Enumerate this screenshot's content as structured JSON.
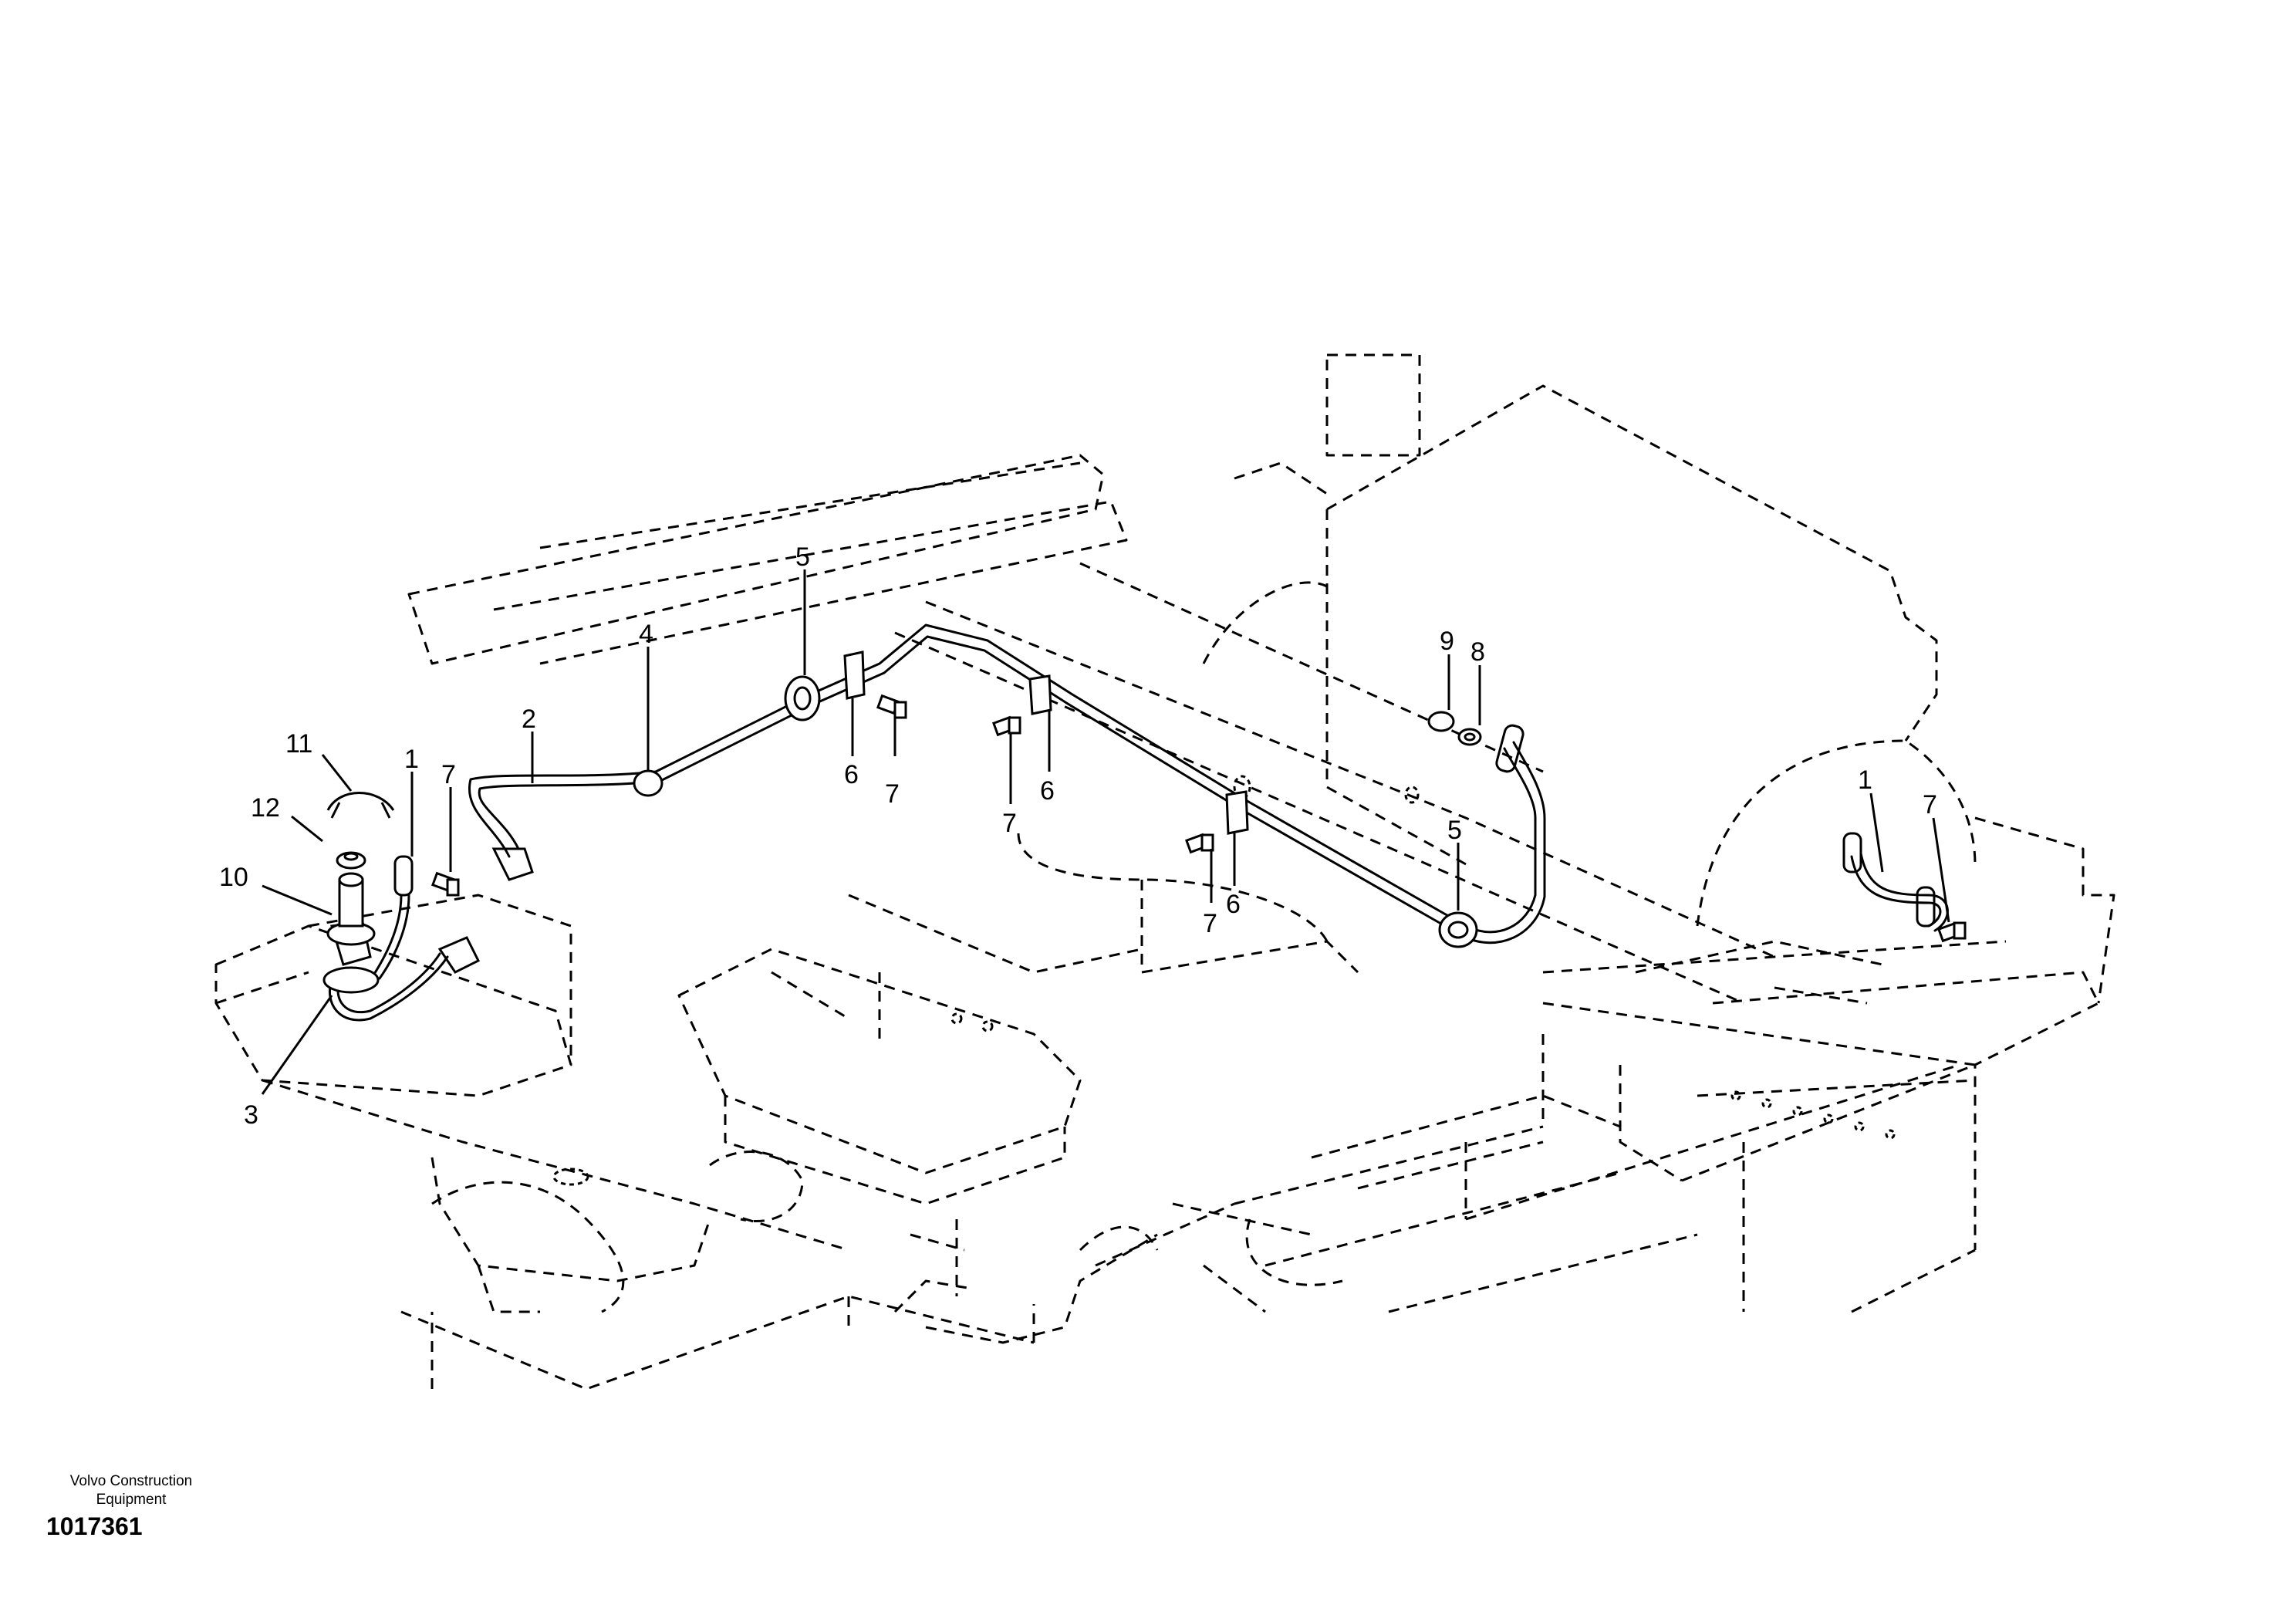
{
  "callouts": {
    "c1": "11",
    "c2": "12",
    "c3": "10",
    "c4": "3",
    "c5": "1",
    "c6": "7",
    "c7": "2",
    "c8": "4",
    "c9": "5",
    "c10": "6",
    "c11": "7",
    "c12": "7",
    "c13": "6",
    "c14": "6",
    "c15": "7",
    "c16": "9",
    "c17": "8",
    "c18": "5",
    "c19": "1",
    "c20": "7"
  },
  "footer": {
    "company_line1": "Volvo Construction",
    "company_line2": "Equipment",
    "figure_number": "1017361"
  },
  "colors": {
    "ink": "#000000",
    "background": "#ffffff"
  }
}
